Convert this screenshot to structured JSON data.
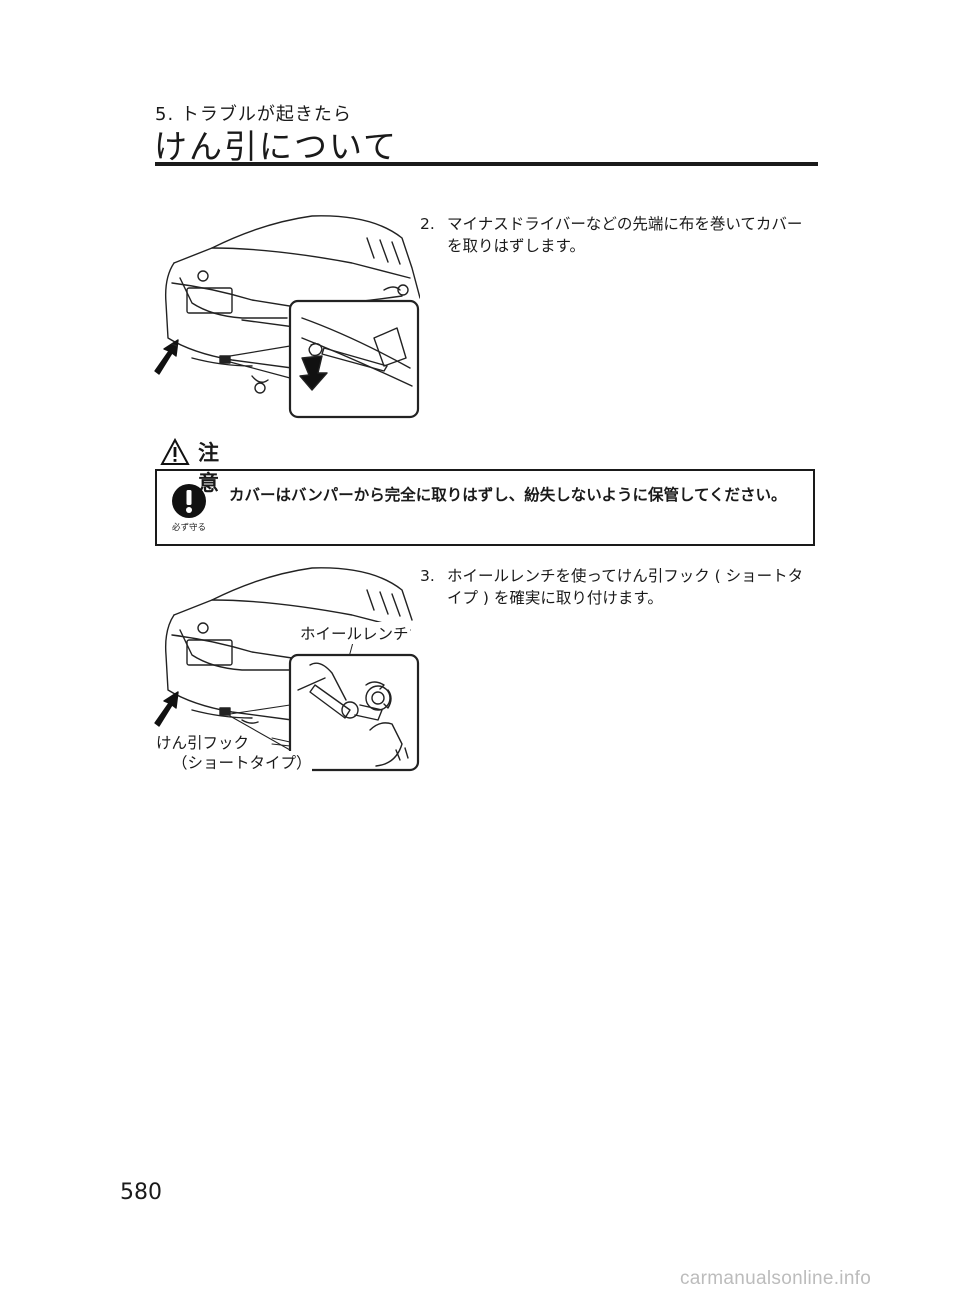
{
  "header": {
    "section_label": "5. トラブルが起きたら",
    "page_title": "けん引について"
  },
  "steps": [
    {
      "number": "2.",
      "text": "マイナスドライバーなどの先端に布を巻いてカバーを取りはずします。"
    },
    {
      "number": "3.",
      "text": "ホイールレンチを使ってけん引フック ( ショートタイプ ) を確実に取り付けます。"
    }
  ],
  "caution": {
    "heading": "注意",
    "must_label": "必ず守る",
    "text": "カバーはバンパーから完全に取りはずし、紛失しないように保管してください。"
  },
  "figure_callouts": {
    "wheel_wrench": "ホイールレンチ",
    "tow_hook": "けん引フック",
    "tow_hook_type": "（ショートタイプ）"
  },
  "footer": {
    "page_number": "580",
    "watermark": "carmanualsonline.info"
  },
  "icons": [
    "caution-triangle-icon",
    "must-do-exclamation-icon",
    "arrow-icon"
  ]
}
